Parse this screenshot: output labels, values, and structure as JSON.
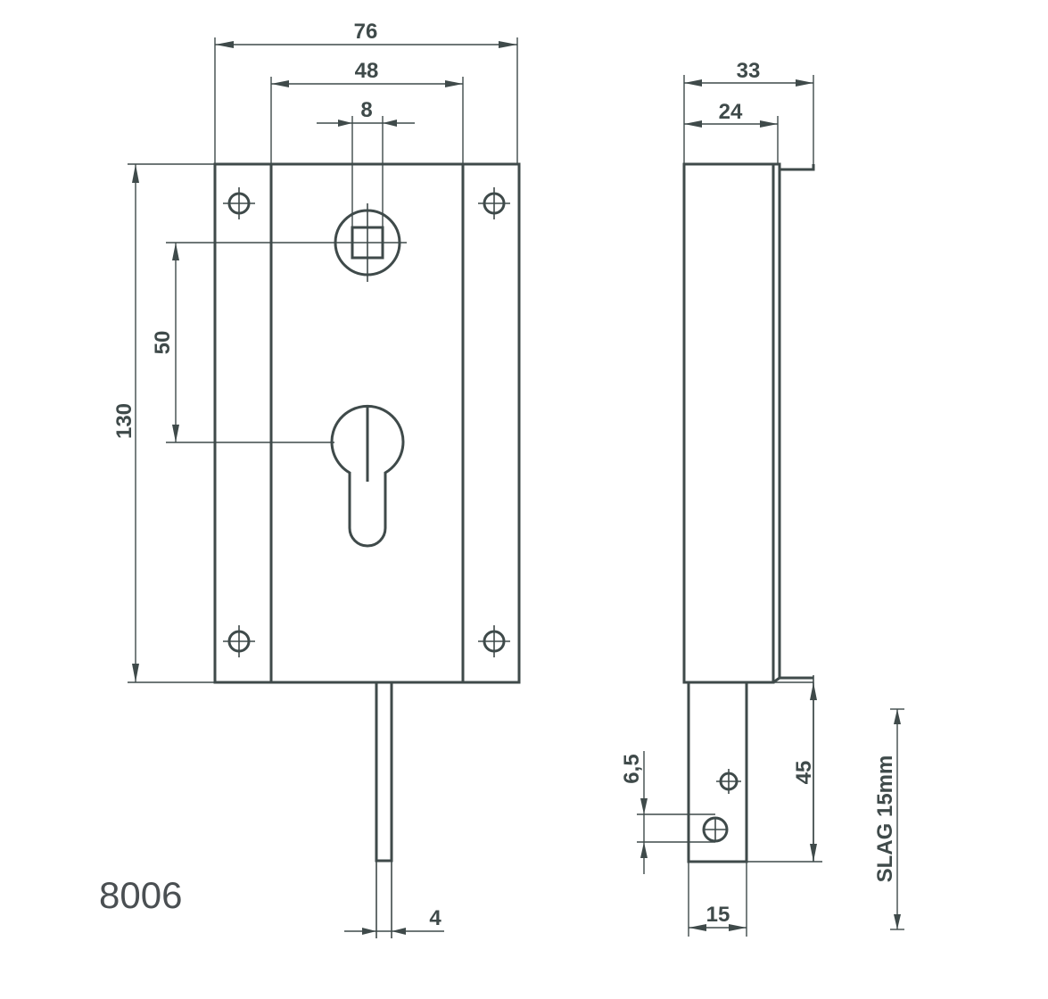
{
  "model_number": "8006",
  "front_view": {
    "dimensions": {
      "overall_width": "76",
      "faceplate_width": "48",
      "spindle_slot_width": "8",
      "height": "130",
      "center_distance": "50",
      "bolt_width": "4"
    }
  },
  "side_view": {
    "dimensions": {
      "overall_depth": "33",
      "body_depth": "24",
      "bolt_height": "45",
      "hole_offset": "6,5",
      "bolt_depth": "15"
    },
    "stroke_label": "SLAG 15mm"
  },
  "colors": {
    "line": "#3f4a4a",
    "text": "#4a4f52",
    "background": "#ffffff"
  }
}
